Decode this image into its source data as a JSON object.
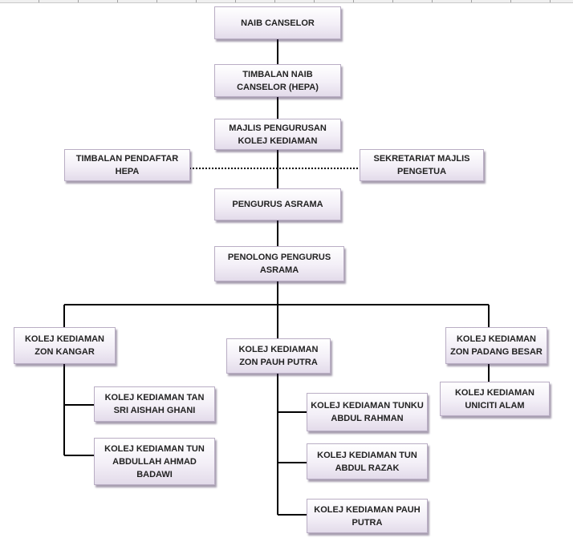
{
  "nodes": {
    "naib_canselor": "NAIB CANSELOR",
    "timbalan_naib_canselor": "TIMBALAN NAIB CANSELOR (HEPA)",
    "majlis_pengurusan": "MAJLIS PENGURUSAN KOLEJ KEDIAMAN",
    "timbalan_pendaftar": "TIMBALAN PENDAFTAR HEPA",
    "sekretariat_majlis": "SEKRETARIAT MAJLIS PENGETUA",
    "pengurus_asrama": "PENGURUS ASRAMA",
    "penolong_pengurus": "PENOLONG PENGURUS ASRAMA",
    "zon_kangar": "KOLEJ KEDIAMAN ZON KANGAR",
    "zon_pauh_putra": "KOLEJ KEDIAMAN ZON PAUH PUTRA",
    "zon_padang_besar": "KOLEJ KEDIAMAN ZON PADANG BESAR",
    "tan_sri_aishah": "KOLEJ KEDIAMAN TAN SRI AISHAH GHANI",
    "tun_abdullah": "KOLEJ KEDIAMAN TUN ABDULLAH AHMAD BADAWI",
    "tunku_abdul_rahman": "KOLEJ KEDIAMAN TUNKU ABDUL RAHMAN",
    "tun_abdul_razak": "KOLEJ KEDIAMAN TUN ABDUL RAZAK",
    "pauh_putra": "KOLEJ KEDIAMAN PAUH PUTRA",
    "uniciti_alam": "KOLEJ KEDIAMAN UNICITI ALAM"
  },
  "colors": {
    "line": "#000000",
    "box_border": "#b9adc4",
    "box_fill_bottom": "#e3dbea",
    "text": "#222222"
  }
}
